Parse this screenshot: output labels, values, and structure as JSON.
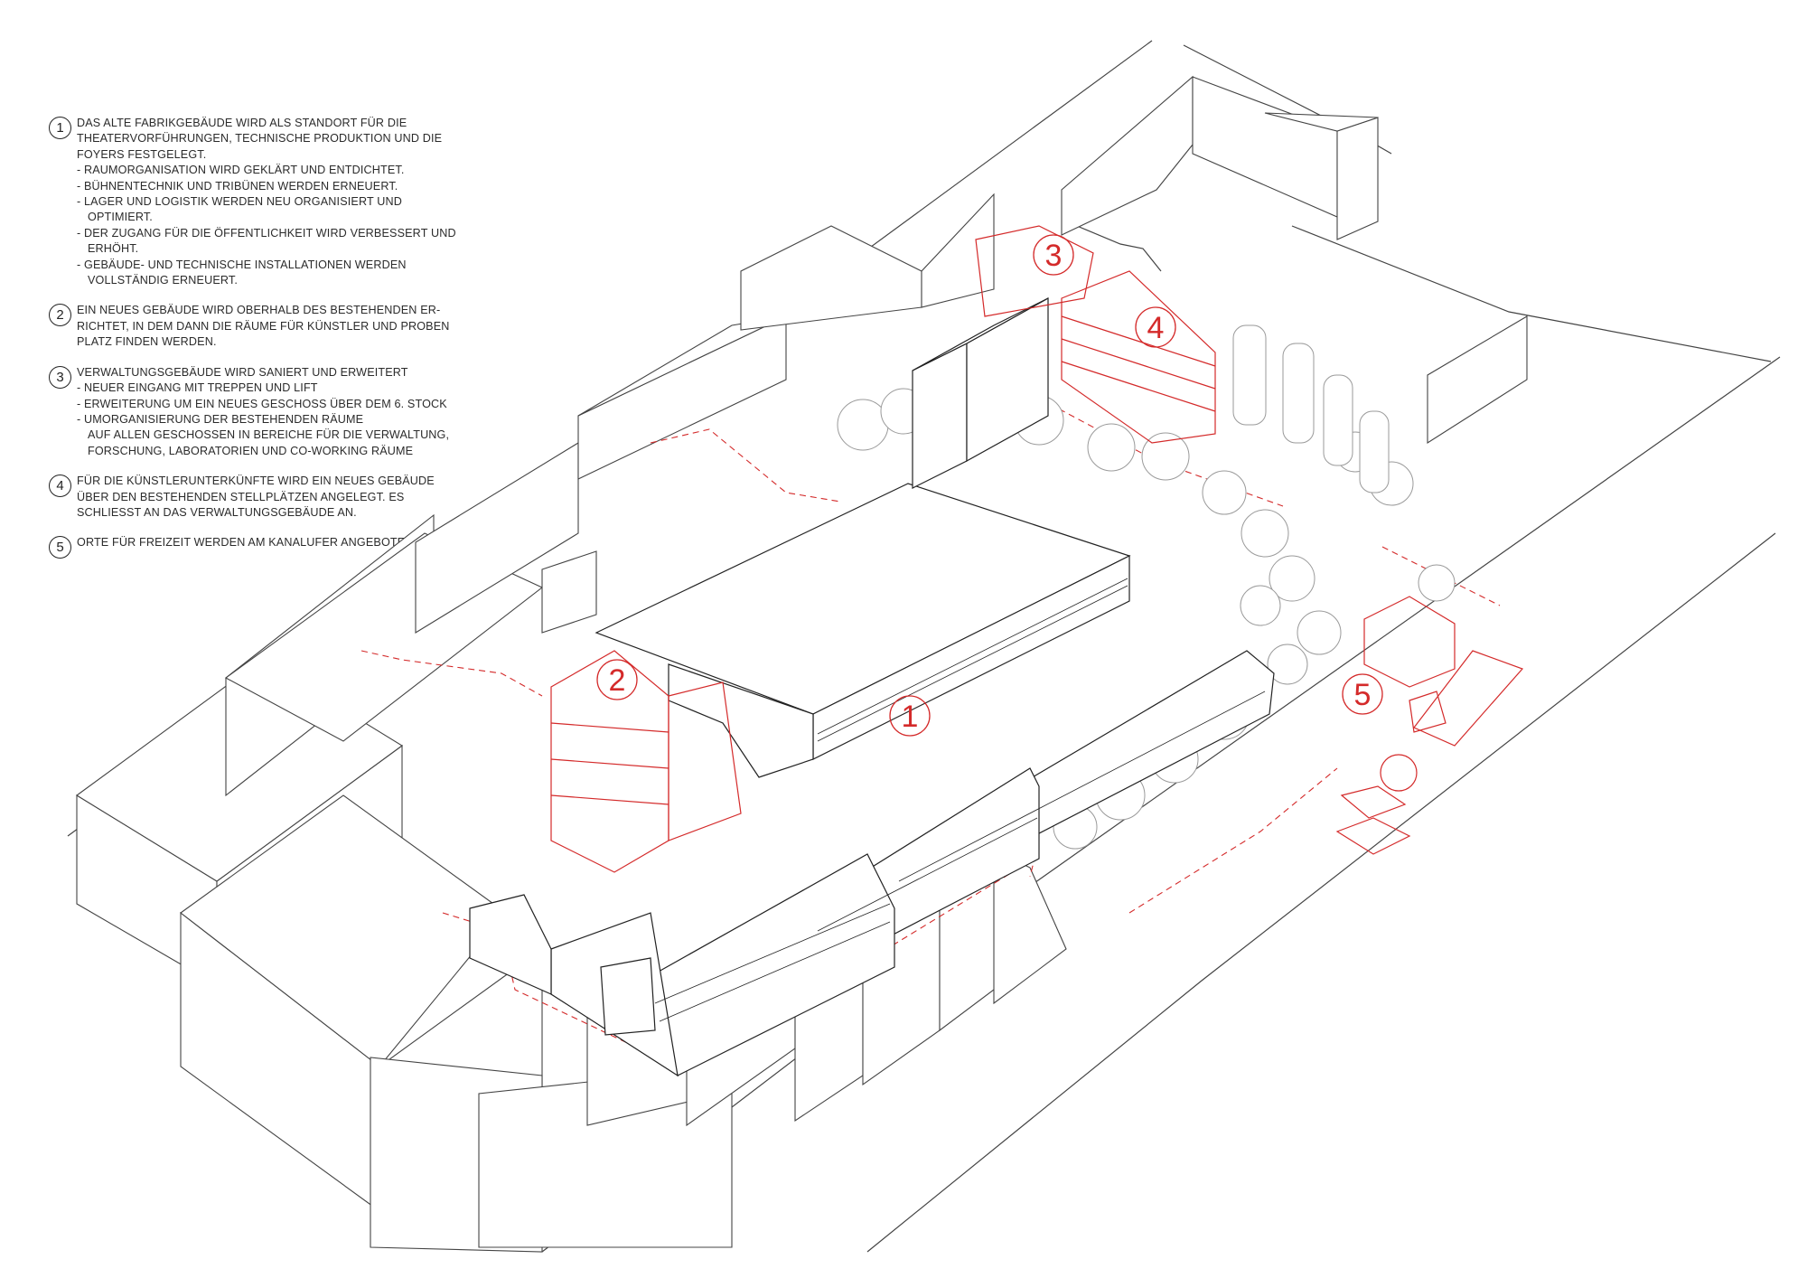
{
  "legend": [
    {
      "number": "1",
      "lines": [
        "DAS ALTE FABRIKGEBÄUDE WIRD ALS STANDORT FÜR DIE",
        "THEATERVORFÜHRUNGEN, TECHNISCHE PRODUKTION UND DIE",
        "FOYERS FESTGELEGT.",
        "- RAUMORGANISATION WIRD GEKLÄRT UND ENTDICHTET.",
        "- BÜHNENTECHNIK UND TRIBÜNEN WERDEN ERNEUERT.",
        "- LAGER UND LOGISTIK WERDEN NEU ORGANISIERT UND",
        "OPTIMIERT.",
        "- DER ZUGANG FÜR DIE ÖFFENTLICHKEIT WIRD VERBESSERT UND",
        "ERHÖHT.",
        "- GEBÄUDE- UND TECHNISCHE INSTALLATIONEN WERDEN",
        "VOLLSTÄNDIG ERNEUERT."
      ]
    },
    {
      "number": "2",
      "lines": [
        "EIN NEUES GEBÄUDE WIRD OBERHALB DES BESTEHENDEN ER-",
        "RICHTET, IN DEM DANN DIE RÄUME FÜR KÜNSTLER UND PROBEN",
        "PLATZ FINDEN WERDEN."
      ]
    },
    {
      "number": "3",
      "lines": [
        "VERWALTUNGSGEBÄUDE WIRD SANIERT UND ERWEITERT",
        "- NEUER EINGANG MIT TREPPEN UND LIFT",
        "- ERWEITERUNG UM EIN NEUES GESCHOSS ÜBER DEM 6. STOCK",
        "- UMORGANISIERUNG DER BESTEHENDEN RÄUME",
        "AUF ALLEN GESCHOSSEN IN BEREICHE FÜR DIE VERWALTUNG,",
        "FORSCHUNG, LABORATORIEN UND CO-WORKING RÄUME"
      ]
    },
    {
      "number": "4",
      "lines": [
        "FÜR DIE KÜNSTLERUNTERKÜNFTE WIRD EIN NEUES GEBÄUDE",
        "ÜBER DEN BESTEHENDEN STELLPLÄTZEN ANGELEGT. ES",
        "SCHLIESST AN DAS VERWALTUNGSGEBÄUDE AN."
      ]
    },
    {
      "number": "5",
      "lines": [
        "ORTE FÜR FREIZEIT WERDEN AM KANALUFER ANGEBOTEN."
      ]
    }
  ],
  "markers": [
    {
      "label": "1"
    },
    {
      "label": "2"
    },
    {
      "label": "3"
    },
    {
      "label": "4"
    },
    {
      "label": "5"
    }
  ],
  "colors": {
    "ink": "#222222",
    "new_construction": "#d42a2a",
    "context": "#555555",
    "trees": "#9a9a9a"
  }
}
